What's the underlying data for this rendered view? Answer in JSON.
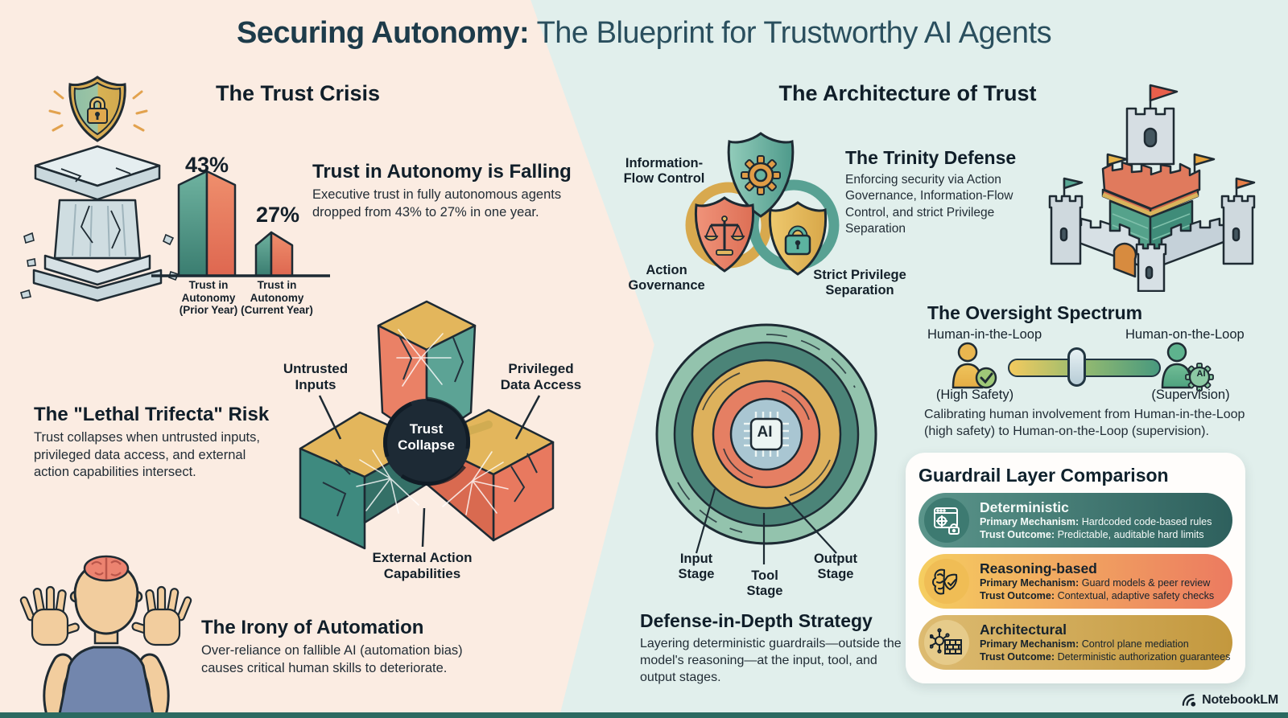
{
  "title": {
    "bold": "Securing Autonomy:",
    "rest": " The Blueprint for Trustworthy AI Agents"
  },
  "left": {
    "crisis_heading": "The Trust Crisis",
    "chart": {
      "values": [
        "43%",
        "27%"
      ],
      "categories": [
        "Trust in Autonomy (Prior Year)",
        "Trust in Autonomy (Current Year)"
      ]
    },
    "falling": {
      "title": "Trust in Autonomy is Falling",
      "body": "Executive trust in fully autonomous agents dropped from 43% to 27% in one year."
    },
    "trifecta": {
      "title": "The \"Lethal Trifecta\" Risk",
      "body": "Trust collapses when untrusted inputs, privileged data access, and external action capabilities intersect.",
      "labels": {
        "inputs": "Untrusted Inputs",
        "data": "Privileged Data Access",
        "actions": "External Action Capabilities",
        "center": "Trust Collapse"
      }
    },
    "irony": {
      "title": "The Irony of Automation",
      "body": "Over-reliance on fallible AI (automation bias) causes critical human skills to deteriorate."
    }
  },
  "right": {
    "arch_heading": "The Architecture of Trust",
    "trinity": {
      "title": "The Trinity Defense",
      "body": "Enforcing security via Action Governance, Information-Flow Control, and strict Privilege Separation",
      "labels": {
        "flow": "Information-Flow Control",
        "governance": "Action Governance",
        "privilege": "Strict Privilege Separation"
      }
    },
    "oversight": {
      "title": "The Oversight Spectrum",
      "hitl": "Human-in-the-Loop",
      "hotl": "Human-on-the-Loop",
      "high_safety": "(High Safety)",
      "supervision": "(Supervision)",
      "badge": "AI",
      "caption": "Calibrating human involvement from Human-in-the-Loop (high safety) to Human-on-the-Loop (supervision)."
    },
    "defense": {
      "chip": "AI",
      "stages": [
        "Input Stage",
        "Tool Stage",
        "Output Stage"
      ]
    },
    "depth": {
      "title": "Defense-in-Depth Strategy",
      "body": "Layering deterministic guardrails—outside the model's reasoning—at the input, tool, and output stages."
    },
    "guardrails": {
      "title": "Guardrail Layer Comparison",
      "rows": [
        {
          "name": "Deterministic",
          "mech_label": "Primary Mechanism:",
          "mech": " Hardcoded code-based rules",
          "trust_label": "Trust Outcome:",
          "trust": " Predictable, auditable hard limits"
        },
        {
          "name": "Reasoning-based",
          "mech_label": "Primary Mechanism:",
          "mech": " Guard models & peer review",
          "trust_label": "Trust Outcome:",
          "trust": " Contextual, adaptive safety checks"
        },
        {
          "name": "Architectural",
          "mech_label": "Primary Mechanism:",
          "mech": " Control plane mediation",
          "trust_label": "Trust Outcome:",
          "trust": " Deterministic authorization guarantees"
        }
      ]
    }
  },
  "footer": {
    "brand": "NotebookLM"
  },
  "chart_data": {
    "type": "bar",
    "title": "Trust in Autonomy is Falling",
    "categories": [
      "Trust in Autonomy (Prior Year)",
      "Trust in Autonomy (Current Year)"
    ],
    "values": [
      43,
      27
    ],
    "unit": "%",
    "ylim": [
      0,
      50
    ],
    "grid": false,
    "legend": "none"
  },
  "colors": {
    "peach_bg": "#fbece2",
    "mint_bg": "#e1efec",
    "bottom_bar": "#2b6a61",
    "teal": "#4f9a8d",
    "teal_dark": "#3c7f72",
    "salmon": "#e8795f",
    "gold": "#ddb15c",
    "navy_text": "#1d3b4a",
    "vortex": "#1d2a35",
    "slider_yellow": "#f3ca5e",
    "slider_green": "#48997e",
    "pill_teal": "#2e605d",
    "pill_red": "#ec7a60",
    "pill_gold": "#c3983e"
  }
}
